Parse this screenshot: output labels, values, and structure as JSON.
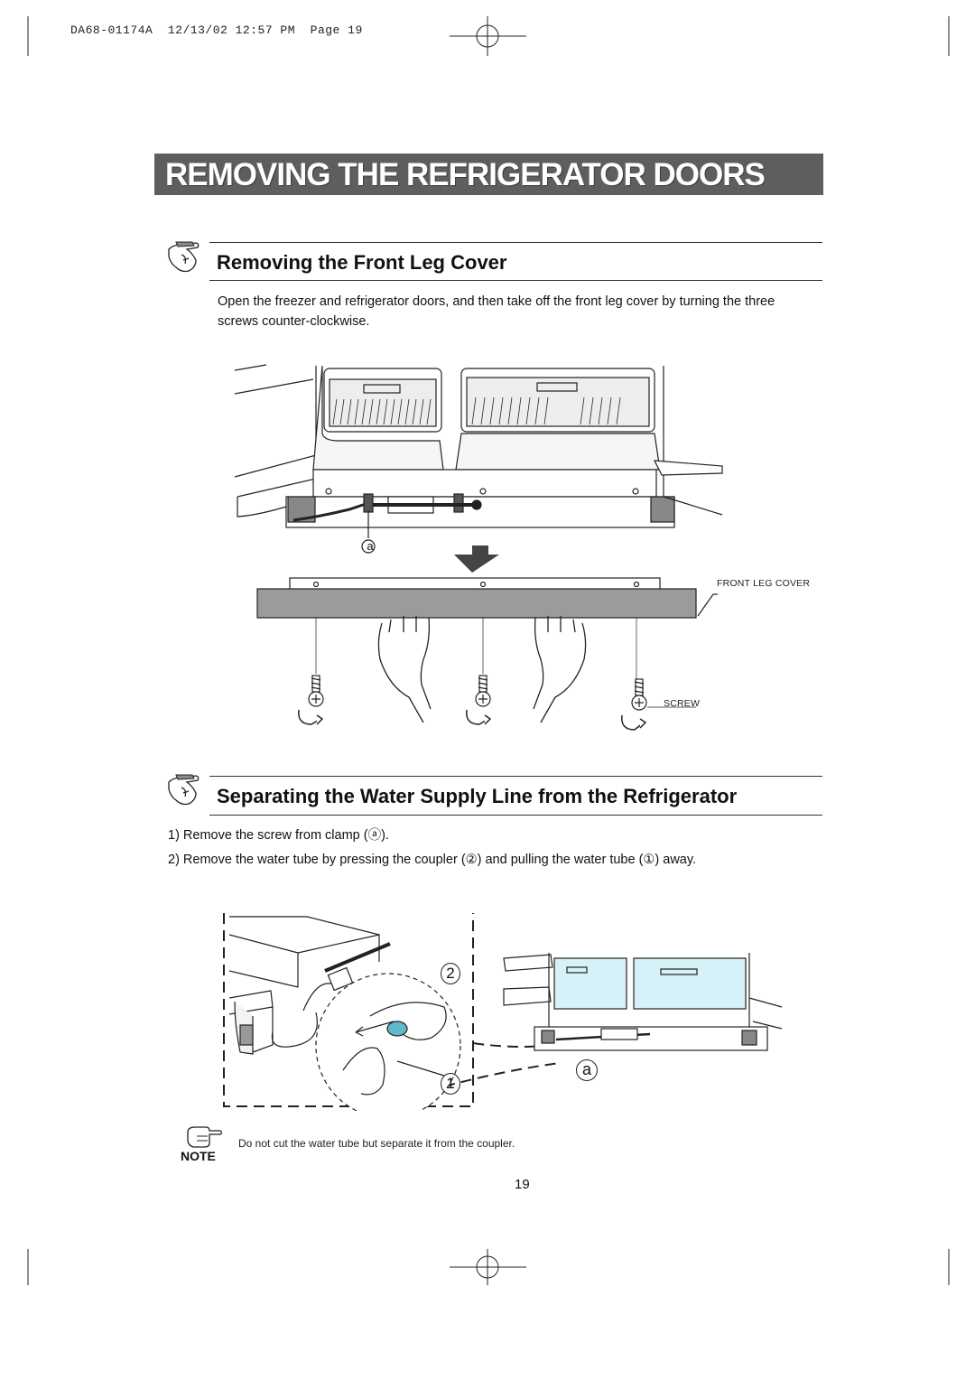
{
  "print_slug": "DA68-01174A  12/13/02 12:57 PM  Page 19",
  "banner_title": "REMOVING THE REFRIGERATOR  DOORS",
  "section1": {
    "title": "Removing the Front Leg Cover",
    "body": "Open the freezer and refrigerator doors, and then take off the front leg cover by turning the three screws counter-clockwise.",
    "labels": {
      "clamp_marker": "a",
      "front_leg_cover": "FRONT LEG COVER",
      "screw": "SCREW"
    }
  },
  "section2": {
    "title": "Separating the Water Supply Line from the Refrigerator",
    "steps": [
      "1) Remove the screw from clamp (ⓐ).",
      "2) Remove the water tube by pressing the coupler (②) and pulling the water tube (①) away."
    ],
    "callouts": {
      "coupler": "2",
      "water_tube": "1",
      "clamp": "a"
    }
  },
  "note": {
    "label": "NOTE",
    "text": "Do not cut the water tube but separate it from the coupler."
  },
  "page_number": "19",
  "icons": [
    "section-hand-icon",
    "note-pointing-hand-icon",
    "registration-crosshair-icon",
    "down-arrow-icon",
    "rotate-arrow-icon"
  ]
}
